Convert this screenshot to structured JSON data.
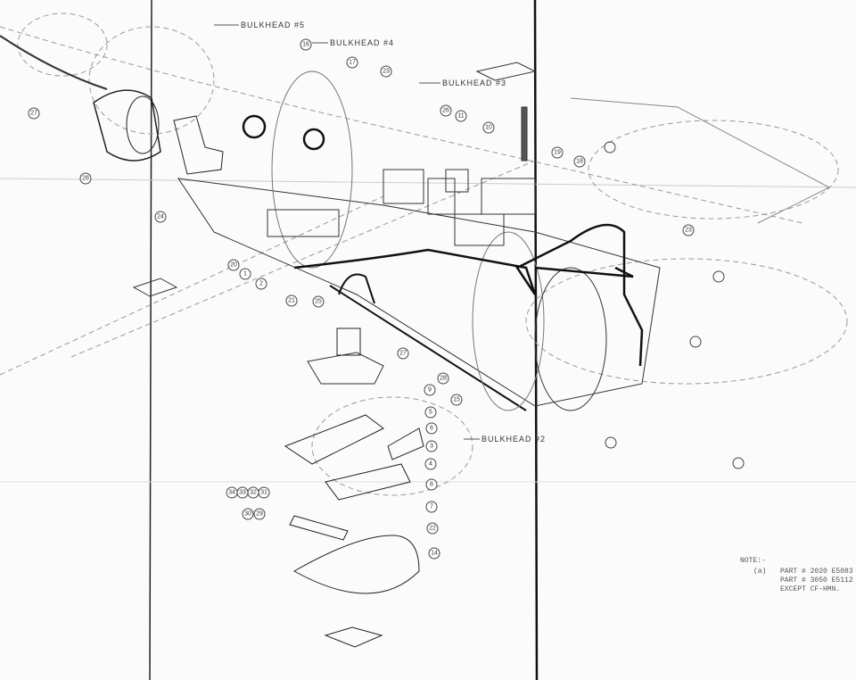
{
  "drawing": {
    "bulkheads": [
      "BULKHEAD #5",
      "BULKHEAD #4",
      "BULKHEAD #3",
      "BULKHEAD #2"
    ],
    "callouts": [
      "27",
      "28",
      "24",
      "20",
      "1",
      "2",
      "21",
      "25",
      "16",
      "17",
      "23",
      "26",
      "11",
      "10",
      "19",
      "18",
      "23",
      "27",
      "28",
      "9",
      "15",
      "5",
      "6",
      "3",
      "4",
      "8",
      "7",
      "22",
      "14",
      "34",
      "33",
      "32",
      "31",
      "30",
      "29"
    ],
    "note": {
      "title": "NOTE:-",
      "marker": "(a)",
      "lines": [
        "PART # 2020 E5083",
        "PART # 3050 E5112",
        "EXCEPT CF-HMN."
      ]
    }
  }
}
